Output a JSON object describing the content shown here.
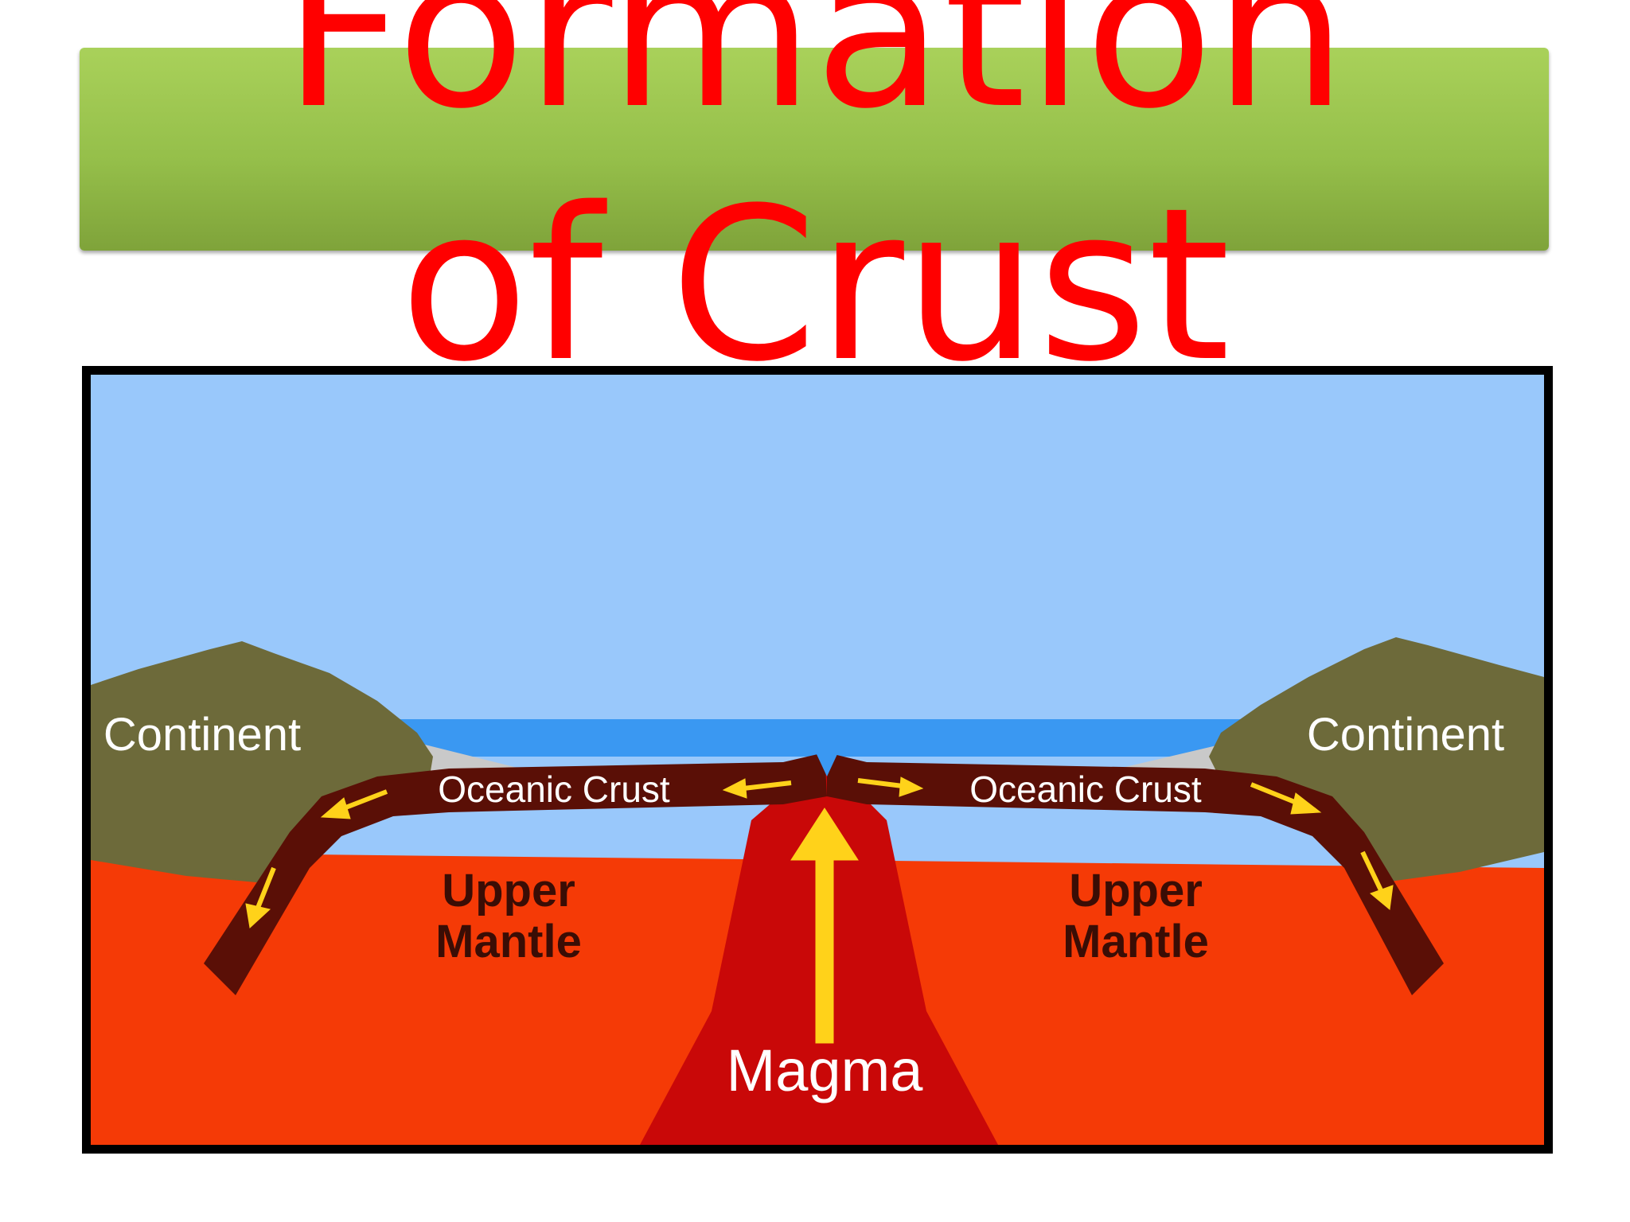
{
  "slide": {
    "title": "Formation\nof Crust"
  },
  "diagram": {
    "labels": {
      "continent_left": "Continent",
      "continent_right": "Continent",
      "oceanic_crust_left": "Oceanic Crust",
      "oceanic_crust_right": "Oceanic Crust",
      "upper_mantle_left_1": "Upper",
      "upper_mantle_left_2": "Mantle",
      "upper_mantle_right_1": "Upper",
      "upper_mantle_right_2": "Mantle",
      "magma": "Magma"
    },
    "colors": {
      "sky": "#99c8fb",
      "ocean": "#3a98f2",
      "continent": "#6d6a3a",
      "mantle": "#f53a06",
      "magma_plume": "#c90808",
      "crust": "#5a0f06",
      "arrow": "#ffd21a",
      "title_text": "#ff0000",
      "title_box": "#95bf4a"
    }
  }
}
